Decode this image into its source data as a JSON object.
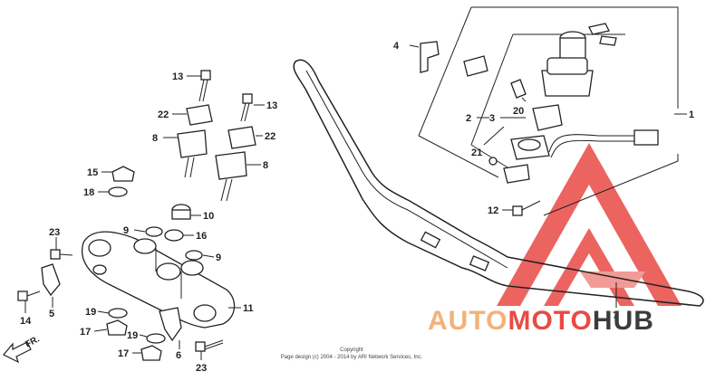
{
  "diagram": {
    "callouts": [
      "1",
      "2",
      "3",
      "4",
      "5",
      "6",
      "7",
      "8",
      "8",
      "9",
      "9",
      "10",
      "11",
      "12",
      "13",
      "13",
      "14",
      "15",
      "16",
      "17",
      "17",
      "18",
      "19",
      "19",
      "20",
      "21",
      "22",
      "22",
      "23",
      "23"
    ],
    "direction_label": "FR.",
    "copyright_title": "Copyright",
    "copyright_text": "Page design (c) 2004 - 2014 by ARI Network Services, Inc."
  },
  "watermark": {
    "part1": "AUTO",
    "part2": "MOTO",
    "part3": "HUB",
    "colors": {
      "auto": "#f2b27a",
      "moto": "#e84a45",
      "hub": "#3c3c3c",
      "logo": "#e84a45"
    }
  }
}
